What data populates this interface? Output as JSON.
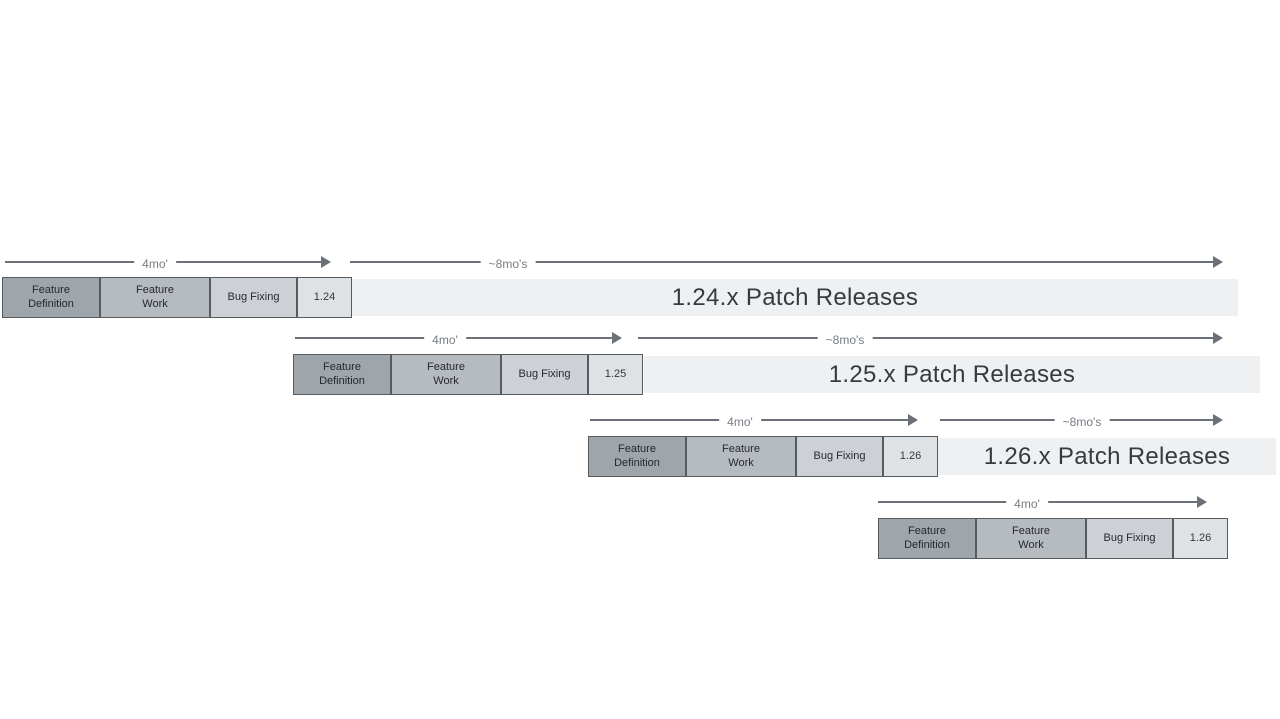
{
  "diagram": {
    "name": "release-cadence-timeline",
    "colors": {
      "feature_definition_fill": "#9ea5ab",
      "feature_work_fill": "#b6bbc0",
      "bug_fixing_fill": "#cdd1d5",
      "version_box_fill": "#dfe2e5",
      "patch_bar_fill": "#eef0f1",
      "arrow": "#6b7177",
      "box_border": "#565b60"
    },
    "rows": [
      {
        "version": "1.24",
        "dev_duration_label": "4mo'",
        "patch_duration_label": "~8mo's",
        "phases": [
          "Feature Definition",
          "Feature Work",
          "Bug Fixing"
        ],
        "patch_release_label": "1.24.x Patch Releases"
      },
      {
        "version": "1.25",
        "dev_duration_label": "4mo'",
        "patch_duration_label": "~8mo's",
        "phases": [
          "Feature Definition",
          "Feature Work",
          "Bug Fixing"
        ],
        "patch_release_label": "1.25.x Patch Releases"
      },
      {
        "version": "1.26",
        "dev_duration_label": "4mo'",
        "patch_duration_label": "~8mo's",
        "phases": [
          "Feature Definition",
          "Feature Work",
          "Bug Fixing"
        ],
        "patch_release_label": "1.26.x Patch Releases"
      },
      {
        "version": "1.26",
        "dev_duration_label": "4mo'",
        "phases": [
          "Feature Definition",
          "Feature Work",
          "Bug Fixing"
        ]
      }
    ]
  }
}
